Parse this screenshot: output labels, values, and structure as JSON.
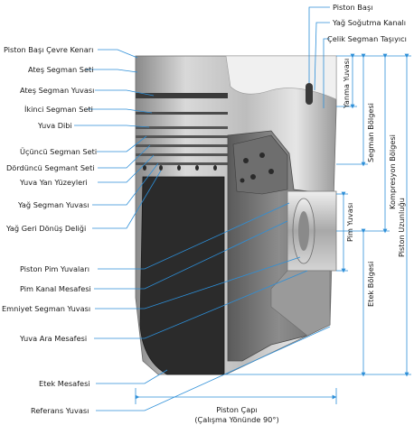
{
  "left_labels": [
    "Piston Başı Çevre Kenarı",
    "Ateş Segman Seti",
    "Ateş Segman Yuvası",
    "İkinci Segman Seti",
    "Yuva Dibi",
    "Üçüncü Segman Seti",
    "Dördüncü Segmant Seti",
    "Yuva Yan Yüzeyleri",
    "Yağ Segman Yuvası",
    "Yağ Geri Dönüş Deliği",
    "Piston Pim Yuvaları",
    "Pim Kanal Mesafesi",
    "Emniyet Segman Yuvası",
    "Yuva Ara Mesafesi",
    "Etek Mesafesi",
    "Referans Yuvası"
  ],
  "top_labels": [
    "Piston Başı",
    "Yağ Soğutma Kanalı",
    "Çelik Segman Taşıyıcı"
  ],
  "vertical_labels": [
    "Yanma Yuvası",
    "Segman Bölgesi",
    "Kompresyon Bölgesi",
    "Piston Uzunluğu",
    "Pim Yuvası",
    "Etek Bölgesi"
  ],
  "bottom_label": {
    "line1": "Piston Çapı",
    "line2": "(Çalışma Yönünde 90°)"
  }
}
